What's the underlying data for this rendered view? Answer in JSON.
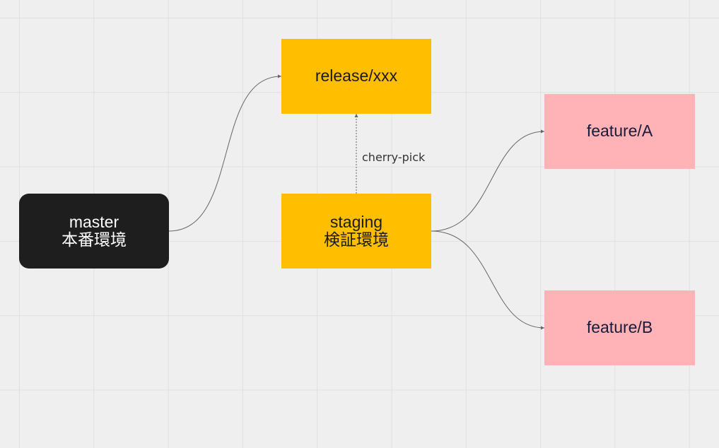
{
  "diagram": {
    "nodes": {
      "master": {
        "line1": "master",
        "line2": "本番環境"
      },
      "release": {
        "label": "release/xxx"
      },
      "staging": {
        "line1": "staging",
        "line2": "検証環境"
      },
      "feature_a": {
        "label": "feature/A"
      },
      "feature_b": {
        "label": "feature/B"
      }
    },
    "edges": {
      "cherry_pick_label": "cherry-pick"
    }
  },
  "colors": {
    "background": "#efefef",
    "grid": "#e0e0e0",
    "master_fill": "#1e1e1e",
    "branch_fill": "#ffbe00",
    "feature_fill": "#ffb3b6",
    "connector": "#666666"
  }
}
